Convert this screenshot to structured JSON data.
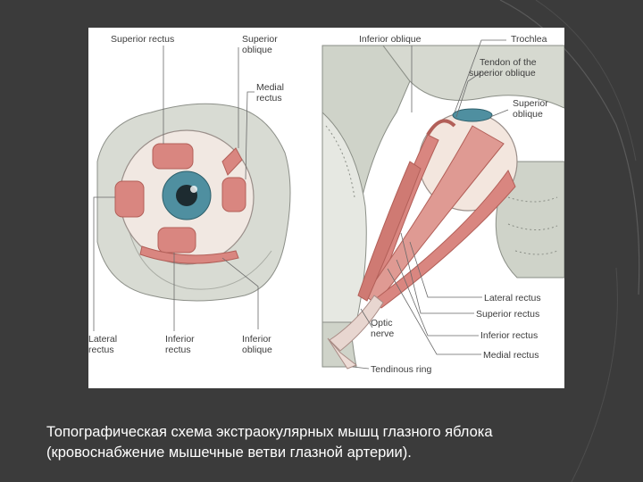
{
  "figure": {
    "left_panel": {
      "superior_rectus": "Superior rectus",
      "superior_oblique": [
        "Superior",
        "oblique"
      ],
      "medial_rectus": [
        "Medial",
        "rectus"
      ],
      "lateral_rectus": [
        "Lateral",
        "rectus"
      ],
      "inferior_rectus": [
        "Inferior",
        "rectus"
      ],
      "inferior_oblique": [
        "Inferior",
        "oblique"
      ]
    },
    "right_panel": {
      "inferior_oblique": "Inferior oblique",
      "trochlea": "Trochlea",
      "tendon": [
        "Tendon of the",
        "superior oblique"
      ],
      "superior_oblique": [
        "Superior",
        "oblique"
      ],
      "lateral_rectus": "Lateral rectus",
      "superior_rectus": "Superior rectus",
      "optic_nerve": [
        "Optic",
        "nerve"
      ],
      "inferior_rectus": "Inferior rectus",
      "medial_rectus": "Medial rectus",
      "tendinous_ring": "Tendinous ring"
    }
  },
  "caption": {
    "line1": "Топографическая схема экстраокулярных мышц глазного яблока",
    "line2": "(кровоснабжение мышечные ветви глазной артерии)."
  },
  "colors": {
    "slide_background": "#3b3b3b",
    "muscle": "#d98680",
    "bone": "#cfd3c9",
    "iris": "#4f8fa0"
  }
}
